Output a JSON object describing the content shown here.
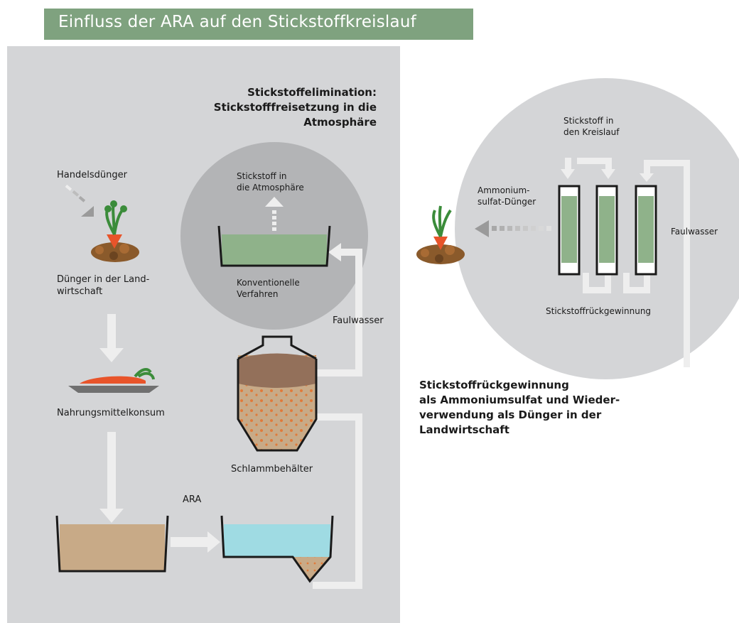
{
  "title": "Einfluss der ARA auf den Stickstoffkreislauf",
  "labels": {
    "elimination_heading_1": "Stickstoffelimination:",
    "elimination_heading_2": "Stickstofffreisetzung in die",
    "elimination_heading_3": "Atmosphäre",
    "handelsduenger": "Handelsdünger",
    "duenger_landwirtschaft_1": "Dünger in der Land-",
    "duenger_landwirtschaft_2": "wirtschaft",
    "nahrungsmittelkonsum": "Nahrungsmittelkonsum",
    "stickstoff_atmosphaere_1": "Stickstoff  in",
    "stickstoff_atmosphaere_2": "die Atmosphäre",
    "konventionelle_1": "Konventionelle",
    "konventionelle_2": "Verfahren",
    "faulwasser_left": "Faulwasser",
    "schlammbehaelter": "Schlammbehälter",
    "ara": "ARA",
    "stickstoff_kreislauf_1": "Stickstoff in",
    "stickstoff_kreislauf_2": "den Kreislauf",
    "ammonium_1": "Ammonium-",
    "ammonium_2": "sulfat-Dünger",
    "faulwasser_right": "Faulwasser",
    "rueckgewinnung_circle": "Stickstoffrückgewinnung",
    "recovery_heading_1": "Stickstoffrückgewinnung",
    "recovery_heading_2": "als Ammoniumsulfat und Wieder-",
    "recovery_heading_3": "verwendung als Dünger in der",
    "recovery_heading_4": "Landwirtschaft"
  },
  "colors": {
    "title_bar": "#7fa27f",
    "panel": "#d4d5d7",
    "circle": "#b3b4b6",
    "arrow": "#eeeeee",
    "liquid_green": "#8fb28a",
    "liquid_blue": "#9fdbe3",
    "sludge": "#c8aa87",
    "sludge_dark": "#93705a",
    "carrot": "#e8542a",
    "leaf": "#3b8c3a",
    "soil": "#8a5a2b"
  }
}
